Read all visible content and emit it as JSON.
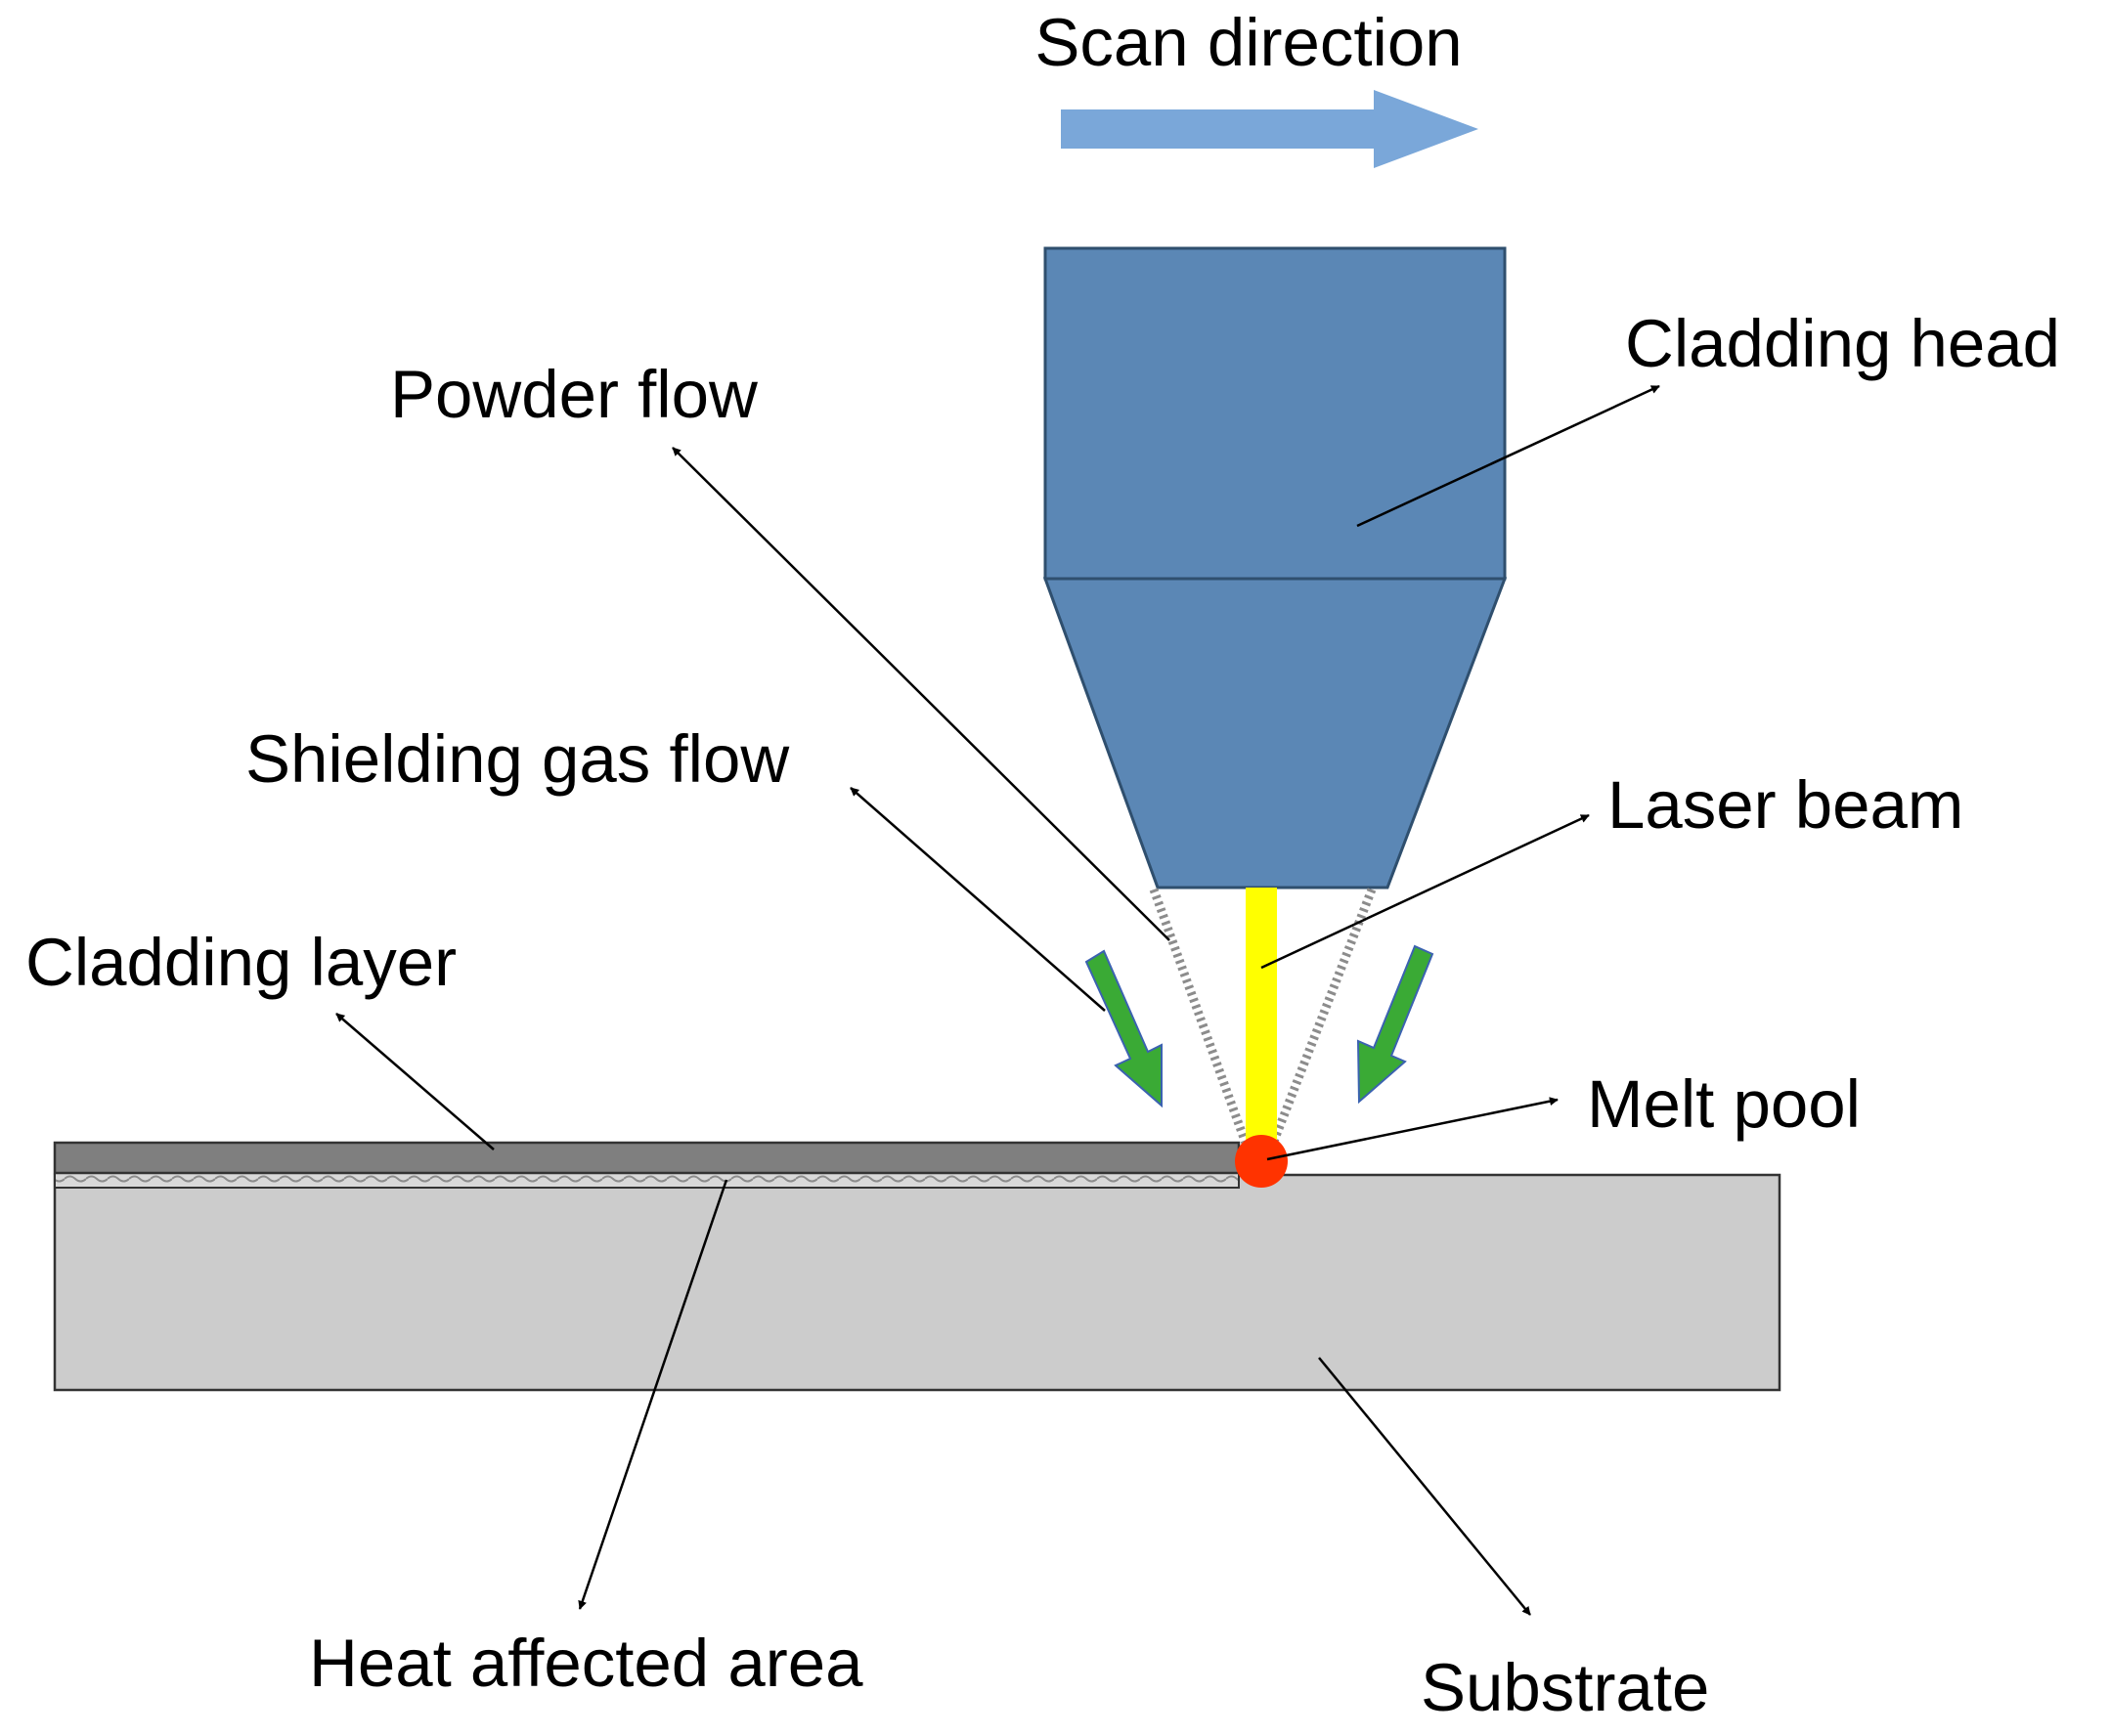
{
  "labels": {
    "scan_direction": "Scan direction",
    "cladding_head": "Cladding head",
    "powder_flow": "Powder flow",
    "shielding_gas_flow": "Shielding gas flow",
    "laser_beam": "Laser beam",
    "cladding_layer": "Cladding layer",
    "melt_pool": "Melt pool",
    "heat_affected_area": "Heat affected area",
    "substrate": "Substrate"
  },
  "colors": {
    "scan_arrow": "#7aa7d9",
    "cladding_head": "#5b87b5",
    "cladding_head_outline": "#2f4f6e",
    "laser_beam": "#ffff00",
    "melt_pool": "#ff3300",
    "shielding_gas_arrow": "#3aaa35",
    "shielding_gas_outline": "#3b62b0",
    "cladding_layer": "#7f7f7f",
    "substrate": "#cccccc",
    "powder_flow": "#8c8c8c"
  }
}
